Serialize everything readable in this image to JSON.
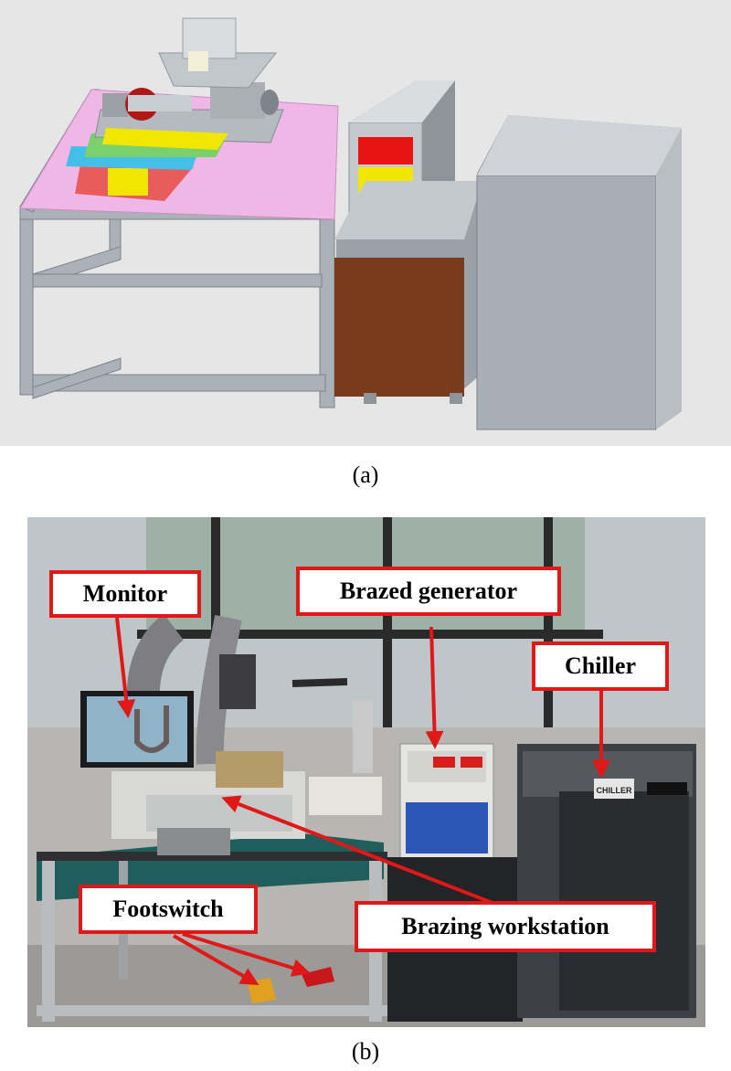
{
  "captions": {
    "a": "(a)",
    "b": "(b)"
  },
  "labels": {
    "monitor": "Monitor",
    "brazed_generator": "Brazed generator",
    "chiller": "Chiller",
    "footswitch": "Footswitch",
    "brazing_workstation": "Brazing workstation"
  },
  "photo_text": {
    "chiller_brand": "CHILLER"
  },
  "colors": {
    "label_border": "#e01818",
    "arrow": "#e01818",
    "cad_background": "#e6e6e6",
    "table_top": "#f0b6e6",
    "frame_gray": "#aab1b8",
    "generator_red": "#e81414",
    "generator_yellow": "#f0e600",
    "generator_blue": "#1a2fd6",
    "cabinet_brown": "#7a3a1c"
  }
}
